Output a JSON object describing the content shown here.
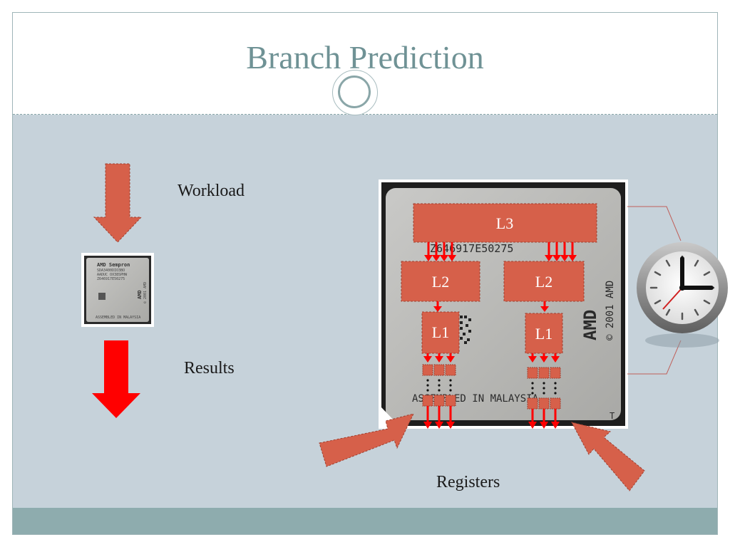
{
  "slide": {
    "title": "Branch Prediction"
  },
  "labels": {
    "workload": "Workload",
    "results": "Results",
    "registers": "Registers"
  },
  "chip": {
    "cache_l3": "L3",
    "cache_l2_left": "L2",
    "cache_l2_right": "L2",
    "cache_l1_left": "L1",
    "cache_l1_right": "L1",
    "serial": "Z646917E50275",
    "assembled": "ASSEMBLED IN MALAYSIA",
    "vendor": "AMD",
    "copyright": "© 2001 AMD"
  },
  "small_chip": {
    "line1": "AMD Sempron",
    "line2": "SDA3400DIO3BO",
    "line3": "AADUC OX38SPHW",
    "line4": "Z646917E50275",
    "assembled": "ASSEMBLED IN MALAYSIA",
    "vendor": "AMD",
    "copyright": "© 2001 AMD"
  },
  "colors": {
    "title": "#6f9295",
    "content_bg": "#c6d2da",
    "footer": "#8eacae",
    "block": "#d6604a",
    "arrow_red": "#ff0000"
  },
  "icons": [
    "clock-icon",
    "workload-arrow",
    "results-arrow",
    "register-arrow"
  ]
}
